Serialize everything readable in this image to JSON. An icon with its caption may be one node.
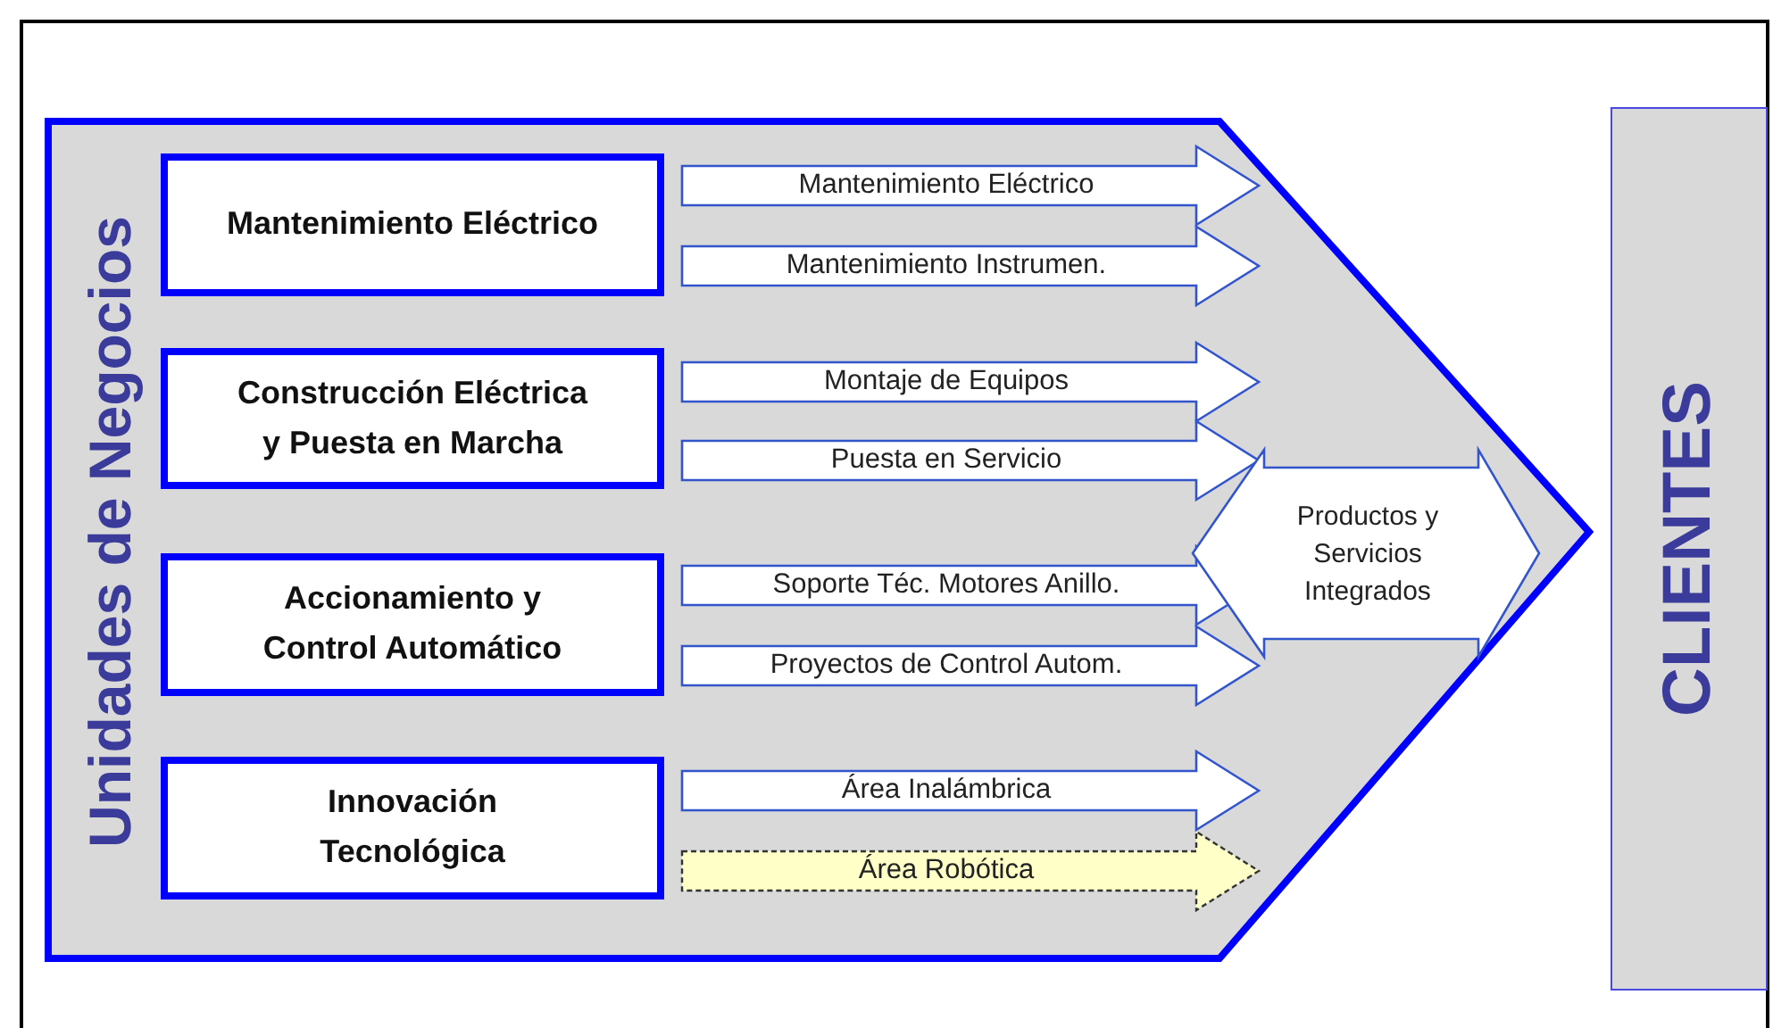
{
  "diagram": {
    "nodes": [
      {
        "text": [
          "Unidades de Negocios"
        ]
      },
      {
        "text": [
          "Mantenimiento Eléctrico"
        ],
        "in": 0
      },
      {
        "text": [
          "Construcción Eléctrica y Puesta en Marcha"
        ],
        "in": 0
      },
      {
        "text": [
          "Accionamiento y Control Automático"
        ],
        "in": 0
      },
      {
        "text": [
          "Innovación Tecnológica"
        ],
        "in": 0
      },
      {
        "text": [
          "Mantenimiento Eléctrico"
        ],
        "in": 0
      },
      {
        "text": [
          "Mantenimiento Instrumen."
        ],
        "in": 0
      },
      {
        "text": [
          "Montaje de Equipos"
        ],
        "in": 0
      },
      {
        "text": [
          "Puesta en Servicio"
        ],
        "in": 0
      },
      {
        "text": [
          "Soporte Téc. Motores Anillo."
        ],
        "in": 0
      },
      {
        "text": [
          "Proyectos de Control Autom."
        ],
        "in": 0
      },
      {
        "text": [
          "Área Inalámbrica"
        ],
        "in": 0
      },
      {
        "text": [
          "Área Robótica"
        ],
        "in": 0
      },
      {
        "text": [
          "Productos y Servicios Integrados"
        ],
        "in": 0
      },
      {
        "text": [
          "CLIENTES"
        ]
      }
    ]
  }
}
